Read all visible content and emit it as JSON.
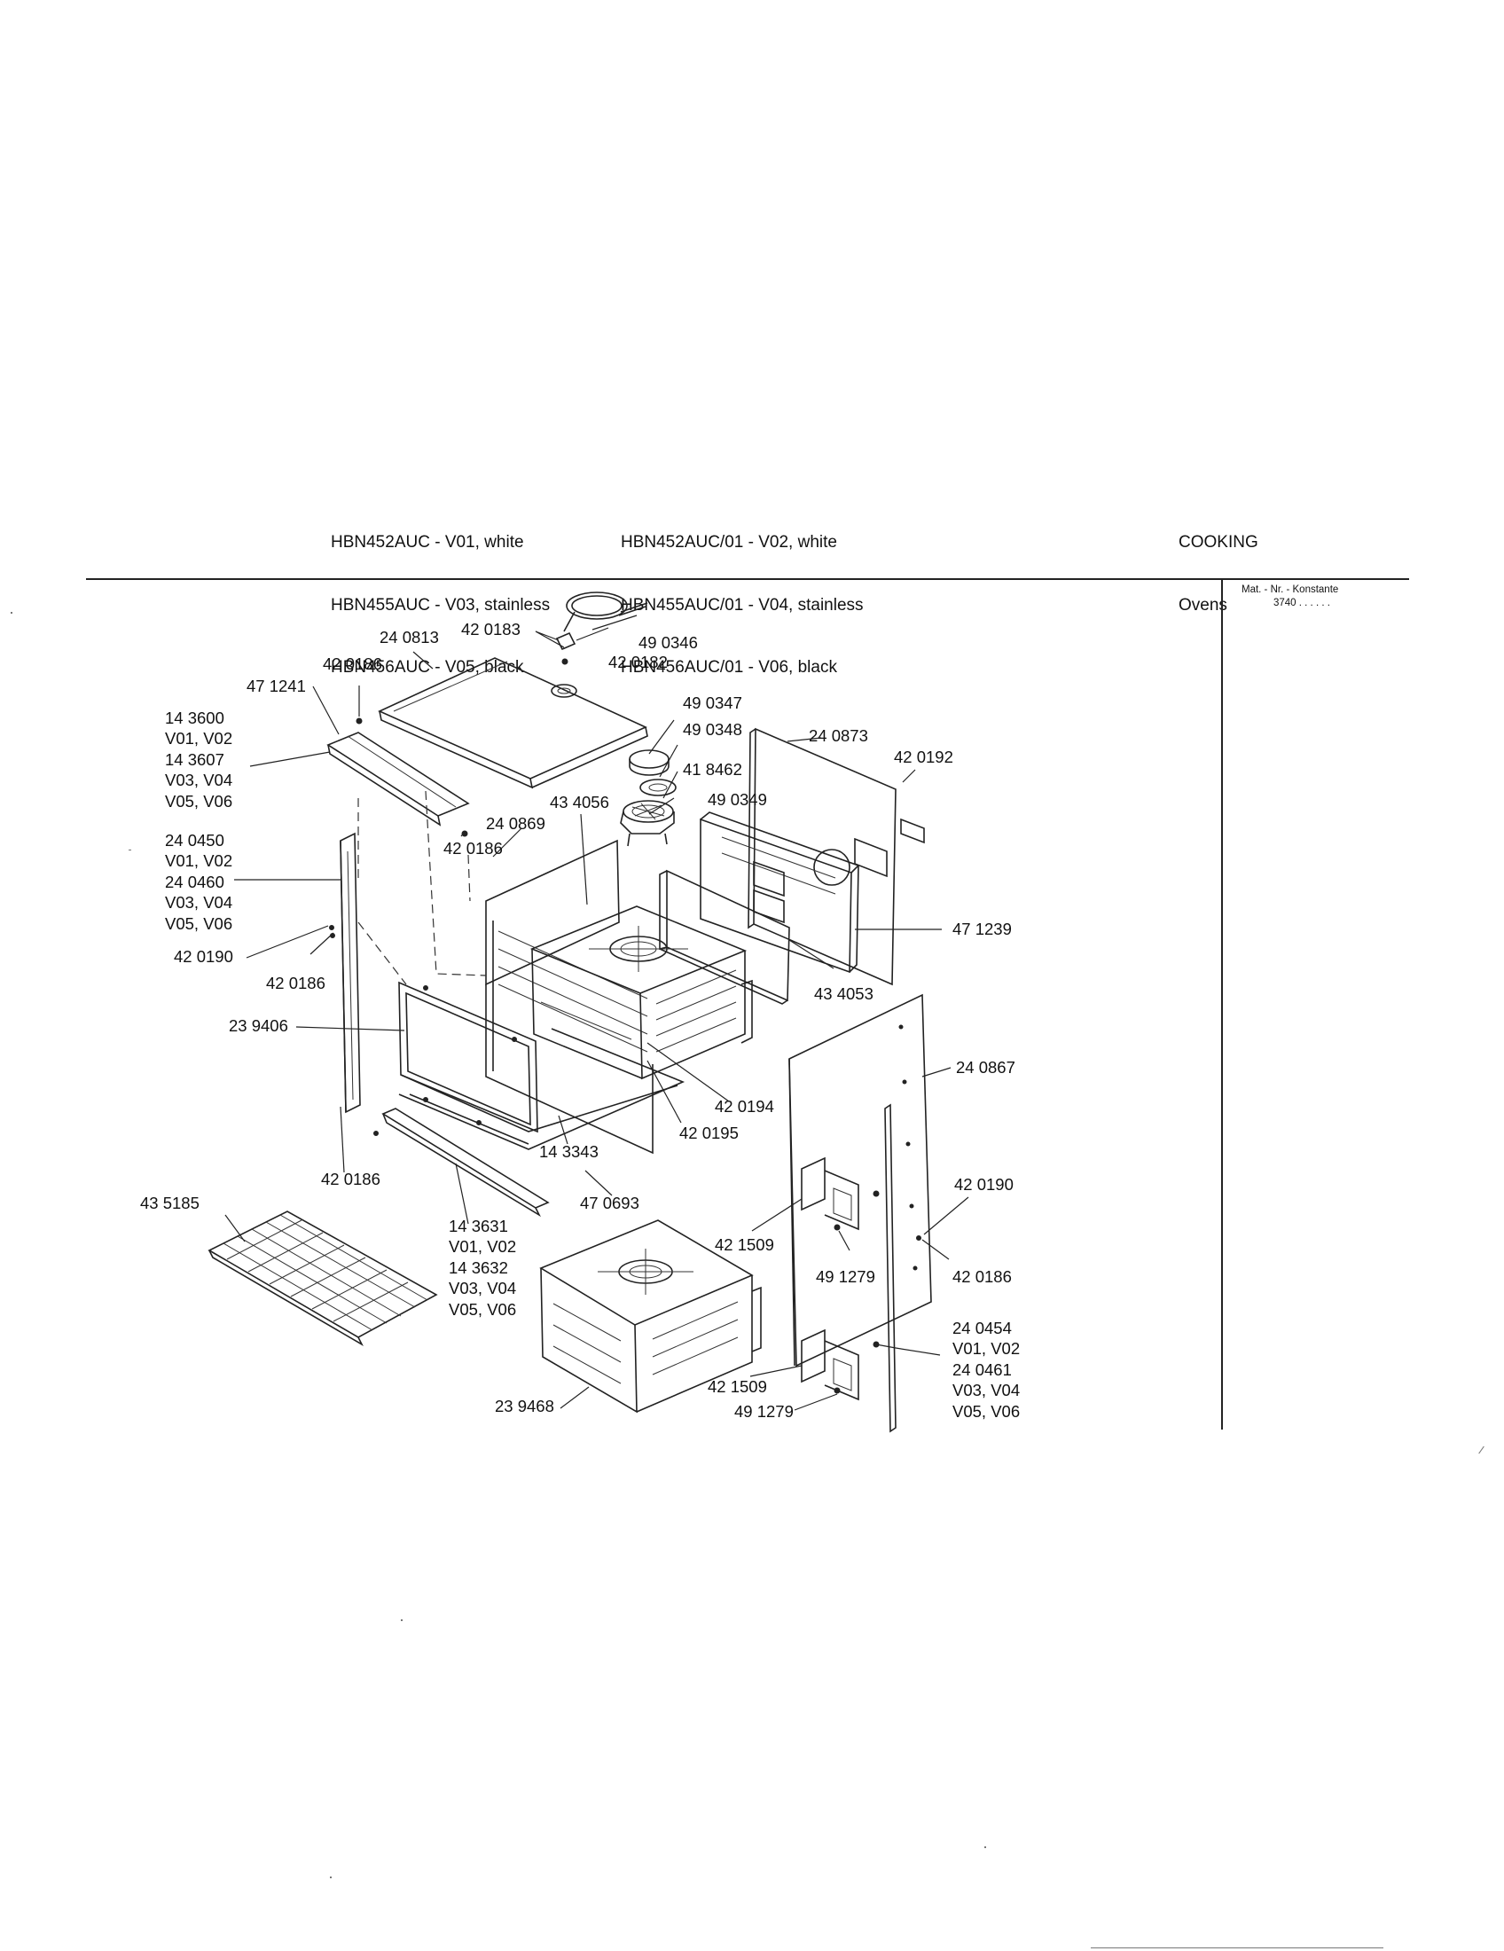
{
  "header": {
    "models_left": [
      "HBN452AUC - V01, white",
      "HBN455AUC - V03, stainless",
      "HBN456AUC - V05, black"
    ],
    "models_right": [
      "HBN452AUC/01 - V02, white",
      "HBN455AUC/01 - V04, stainless",
      "HBN456AUC/01 - V06, black"
    ],
    "category": "COOKING",
    "subcategory": "Ovens"
  },
  "mat_block": {
    "line1": "Mat. - Nr. - Konstante",
    "line2": "3740 . .   . . . ."
  },
  "parts": {
    "p240813": "24 0813",
    "p420183": "42 0183",
    "p490346": "49 0346",
    "p420182": "42 0182",
    "p420186_top": "42 0186",
    "p471241": "47 1241",
    "p143600": "14 3600",
    "v01v02_a": "V01, V02",
    "p143607": "14 3607",
    "v03v04_a": "V03, V04",
    "v05v06_a": "V05, V06",
    "p490347": "49 0347",
    "p490348": "49 0348",
    "p418462": "41 8462",
    "p490349": "49 0349",
    "p240873": "24 0873",
    "p420192": "42 0192",
    "p434056": "43 4056",
    "p240869": "24 0869",
    "p420186_mid": "42 0186",
    "p240450": "24 0450",
    "v01v02_b": "V01, V02",
    "p240460": "24 0460",
    "v03v04_b": "V03, V04",
    "v05v06_b": "V05, V06",
    "p420190_left": "42 0190",
    "p420186_left": "42 0186",
    "p471239": "47 1239",
    "p434053": "43 4053",
    "p239406": "23 9406",
    "p240867": "24 0867",
    "p420194": "42 0194",
    "p420195": "42 0195",
    "p143343": "14 3343",
    "p420186_low": "42 0186",
    "p470693": "47 0693",
    "p420190_right": "42 0190",
    "p435185": "43 5185",
    "p143631": "14 3631",
    "v01v02_c": "V01, V02",
    "p143632": "14 3632",
    "v03v04_c": "V03, V04",
    "v05v06_c": "V05, V06",
    "p421509_a": "42 1509",
    "p491279_a": "49 1279",
    "p420186_right": "42 0186",
    "p240454": "24 0454",
    "v01v02_d": "V01, V02",
    "p240461": "24 0461",
    "v03v04_d": "V03, V04",
    "v05v06_d": "V05, V06",
    "p421509_b": "42 1509",
    "p491279_b": "49 1279",
    "p239468": "23 9468"
  }
}
